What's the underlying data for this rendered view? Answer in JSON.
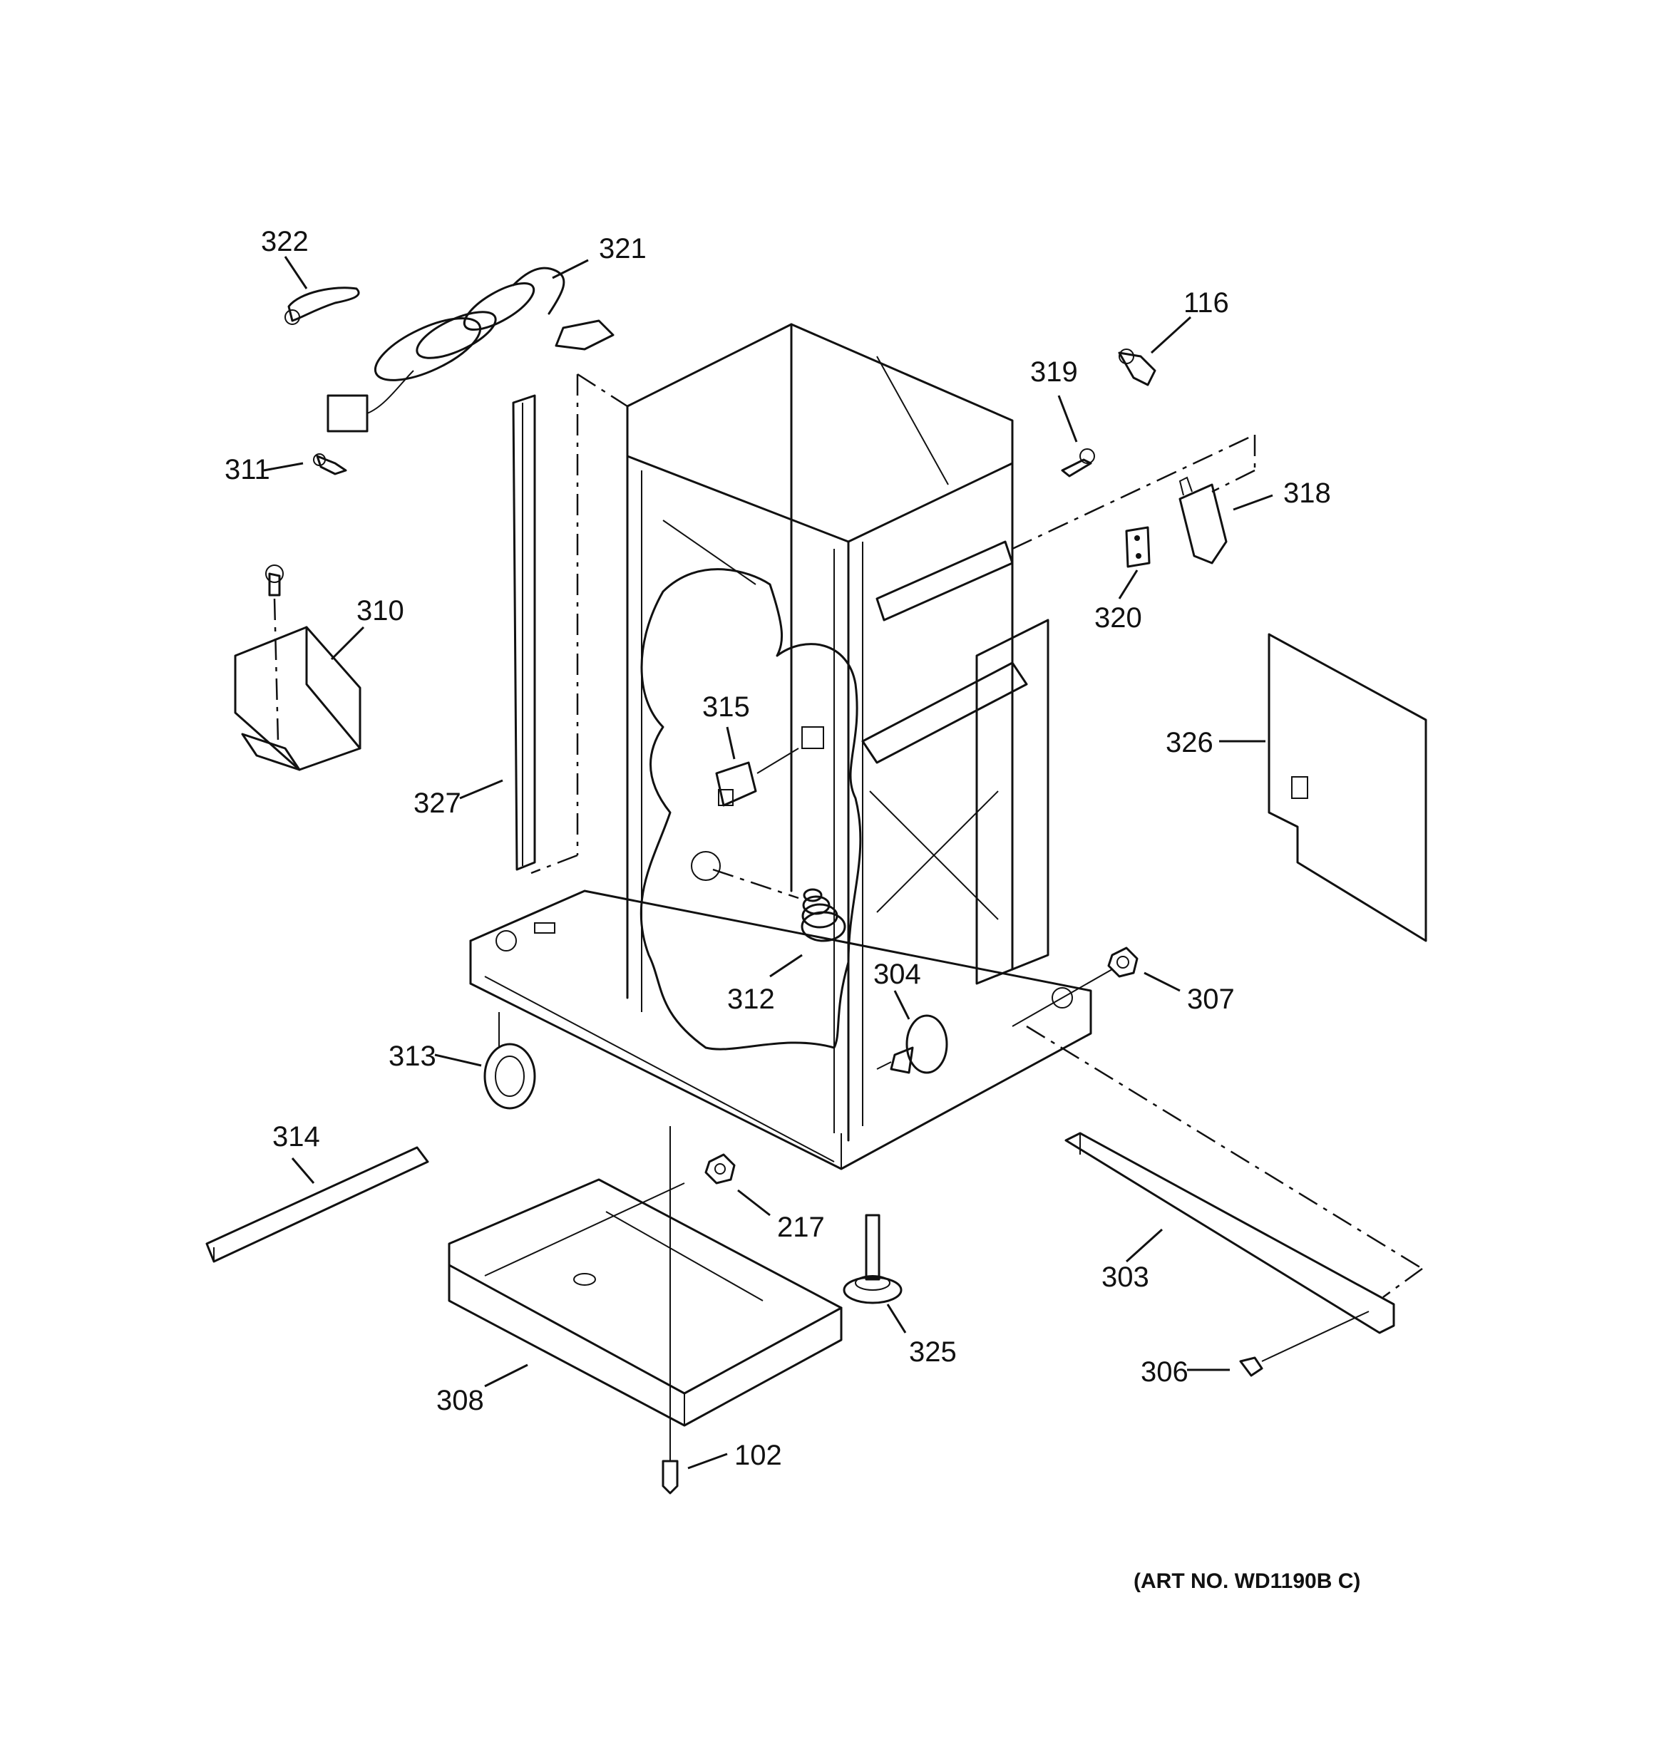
{
  "art_number": "(ART NO. WD1190B C)",
  "callouts": {
    "c322": "322",
    "c321": "321",
    "c116": "116",
    "c319": "319",
    "c318": "318",
    "c311": "311",
    "c320": "320",
    "c310": "310",
    "c315": "315",
    "c326": "326",
    "c327": "327",
    "c304": "304",
    "c312": "312",
    "c307": "307",
    "c313": "313",
    "c314": "314",
    "c217": "217",
    "c303": "303",
    "c325": "325",
    "c306": "306",
    "c308": "308",
    "c102": "102"
  }
}
